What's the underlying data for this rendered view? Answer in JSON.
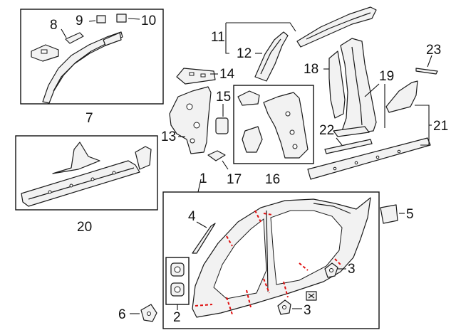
{
  "diagram": {
    "callouts": {
      "c1": "1",
      "c2": "2",
      "c3a": "3",
      "c3b": "3",
      "c4": "4",
      "c5": "5",
      "c6": "6",
      "c7": "7",
      "c8": "8",
      "c9": "9",
      "c10": "10",
      "c11": "11",
      "c12": "12",
      "c13": "13",
      "c14": "14",
      "c15": "15",
      "c16": "16",
      "c17": "17",
      "c18": "18",
      "c19": "19",
      "c20": "20",
      "c21": "21",
      "c22": "22",
      "c23": "23"
    },
    "colors": {
      "line": "#1a1a1a",
      "cut_line": "#e01010",
      "background": "#ffffff"
    }
  }
}
